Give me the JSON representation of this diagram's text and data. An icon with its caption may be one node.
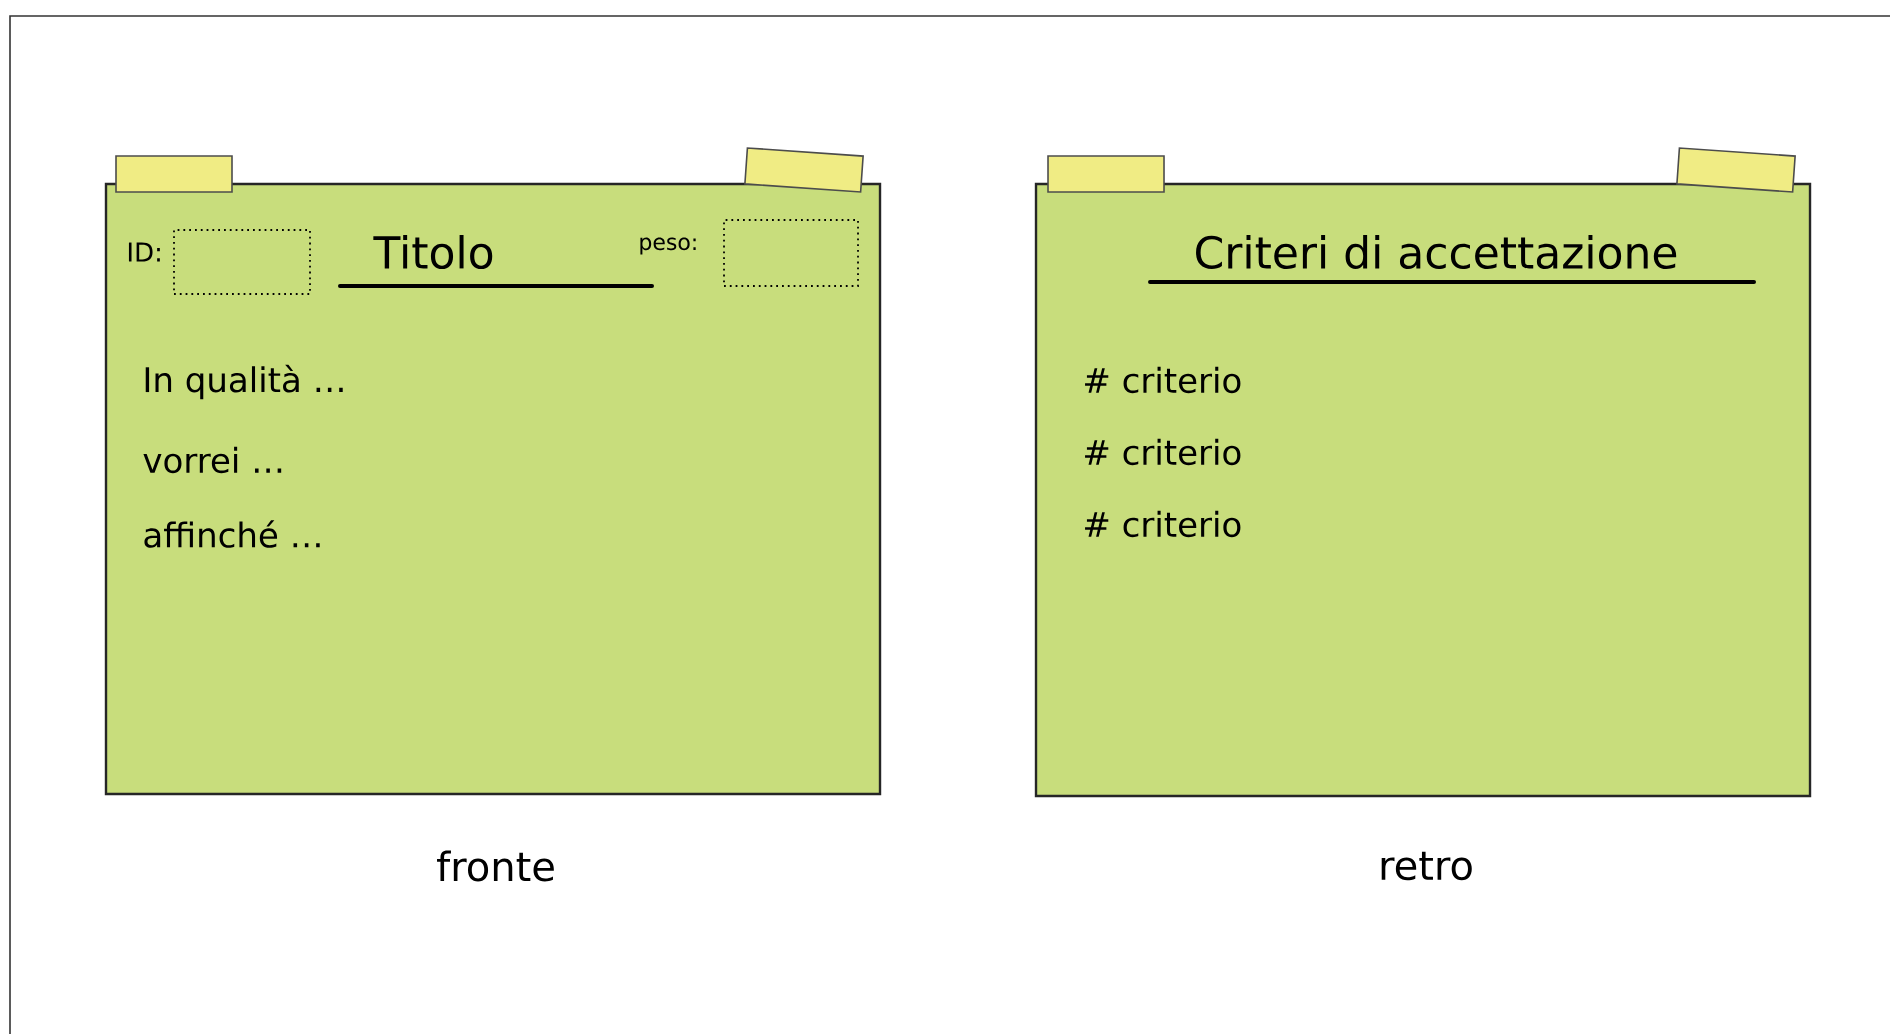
{
  "diagram": {
    "nodes": [
      {
        "text": [
          "ID:",
          "Titolo",
          "peso:",
          "In qualità …",
          "vorrei …",
          "affinché …"
        ],
        "beside": [
          "fronte"
        ]
      },
      {
        "text": [],
        "shape": "box",
        "in": 0
      },
      {
        "text": [],
        "shape": "box",
        "in": 0
      },
      {
        "text": [
          "Criteri di accettazione",
          "# criterio",
          "# criterio",
          "# criterio"
        ],
        "beside": [
          "retro"
        ]
      }
    ]
  }
}
